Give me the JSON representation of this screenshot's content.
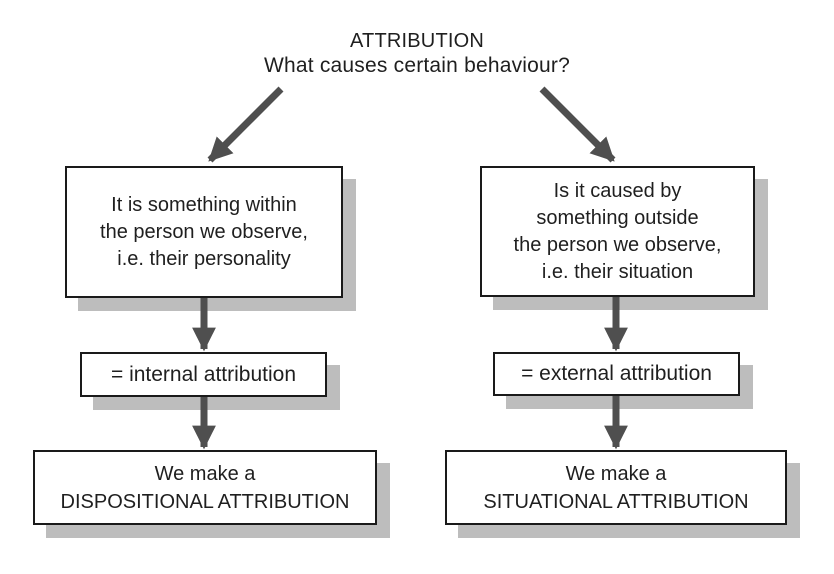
{
  "diagram": {
    "title": "ATTRIBUTION",
    "subtitle": "What causes certain behaviour?",
    "left_branch": {
      "question": "It is something within\nthe person we observe,\ni.e. their personality",
      "label": "= internal attribution",
      "conclusion": "We make a\nDISPOSITIONAL ATTRIBUTION"
    },
    "right_branch": {
      "question": "Is it caused by\nsomething outside\nthe person we observe,\ni.e. their situation",
      "label": "= external attribution",
      "conclusion": "We make a\nSITUATIONAL ATTRIBUTION"
    },
    "colors": {
      "background": "#ffffff",
      "text": "#1f1f1f",
      "box_border": "#1a1a1a",
      "box_shadow": "#bdbdbd",
      "arrow": "#4f4f4f"
    }
  }
}
